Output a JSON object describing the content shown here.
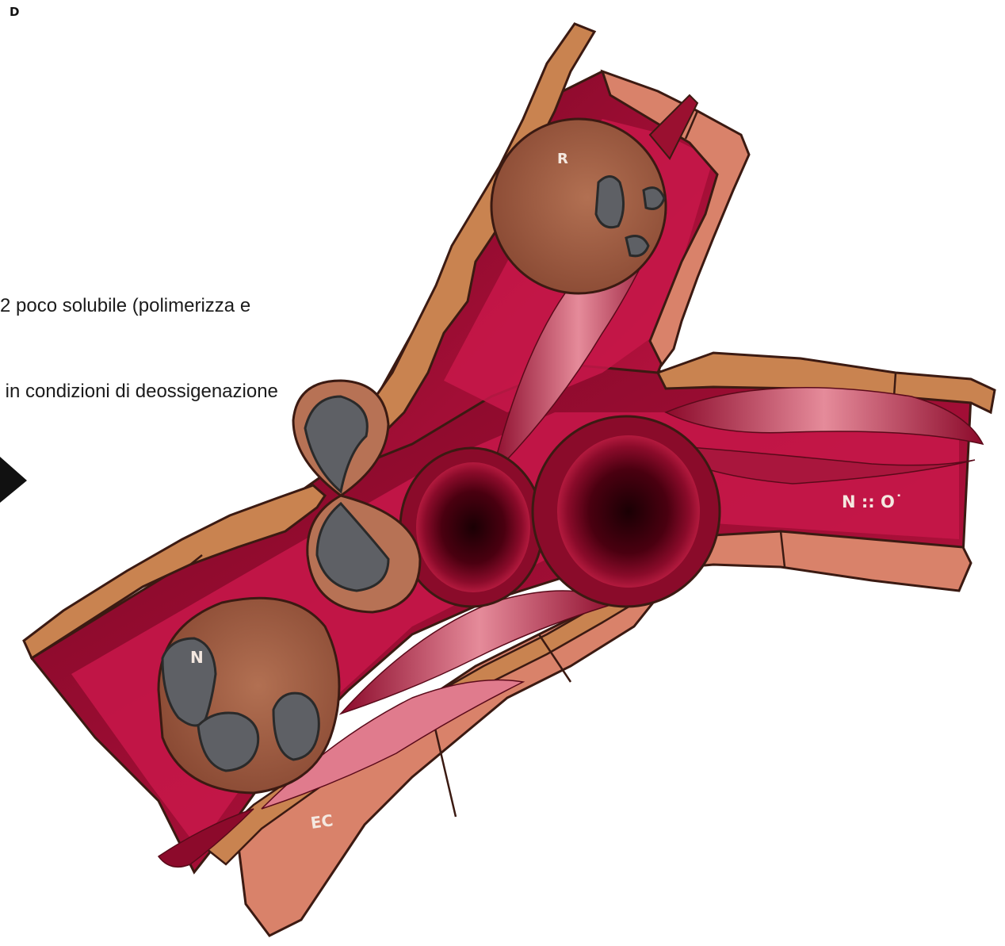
{
  "figure": {
    "panel_letter": "D",
    "caption_lines": [
      "2 poco solubile (polimerizza e",
      " in condizioni di deossigenazione"
    ],
    "labels": {
      "red_cell": "R",
      "neutrophil": "N",
      "endothelial_cell": "EC",
      "nitric_oxide": "N :: O˙"
    }
  },
  "colors": {
    "lumen": "#b8123f",
    "lumen_dark": "#7a0520",
    "tube_inner": "#c91c49",
    "endothelium": "#c98350",
    "endothelium_outer": "#d9826a",
    "cell_brown": "#9c5a42",
    "nucleus": "#5e6065",
    "outline": "#3b1a12"
  }
}
